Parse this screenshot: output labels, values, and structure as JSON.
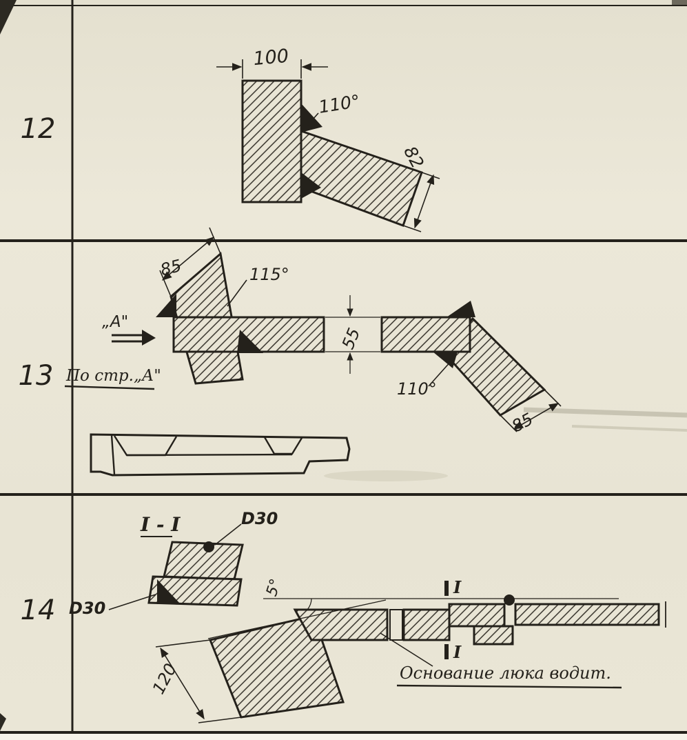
{
  "colors": {
    "paper": "#e9e5d5",
    "ink": "#24211b"
  },
  "rows": [
    {
      "number": "12",
      "dims": {
        "top_width": "100",
        "angle": "110°",
        "bar_width": "82"
      }
    },
    {
      "number": "13",
      "dims": {
        "left_width": "85",
        "left_angle": "115°",
        "plate_thickness": "55",
        "right_angle": "110°",
        "right_width": "85"
      },
      "labels": {
        "view_arrow": "„А\"",
        "view_caption": "По стр.„А\""
      }
    },
    {
      "number": "14",
      "labels": {
        "section_title": "I - I",
        "electrode_top": "D30",
        "electrode_left": "D30",
        "angle": "5°",
        "length": "120",
        "section_mark_top": "I",
        "section_mark_bottom": "I",
        "caption": "Основание люка водит."
      }
    }
  ]
}
